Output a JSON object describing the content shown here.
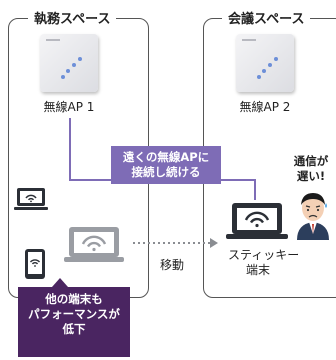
{
  "zones": {
    "left_title": "執務スペース",
    "right_title": "会議スペース"
  },
  "access_points": {
    "ap1_label": "無線AP 1",
    "ap2_label": "無線AP 2"
  },
  "callouts": {
    "connect_far_line1": "遠くの無線APに",
    "connect_far_line2": "接続し続ける",
    "other_devices_line1": "他の端末も",
    "other_devices_line2": "パフォーマンスが",
    "other_devices_line3": "低下"
  },
  "movement_label": "移動",
  "sticky_terminal": {
    "line1": "スティッキー",
    "line2": "端末"
  },
  "user_complaint": {
    "line1": "通信が",
    "line2": "遅い!"
  },
  "colors": {
    "purple_box": "#7e6cb6",
    "dark_purple_box": "#4a2561",
    "connection_line": "#7e6cb6",
    "device_dark": "#2b2f36",
    "device_gray": "#9a9da3"
  }
}
